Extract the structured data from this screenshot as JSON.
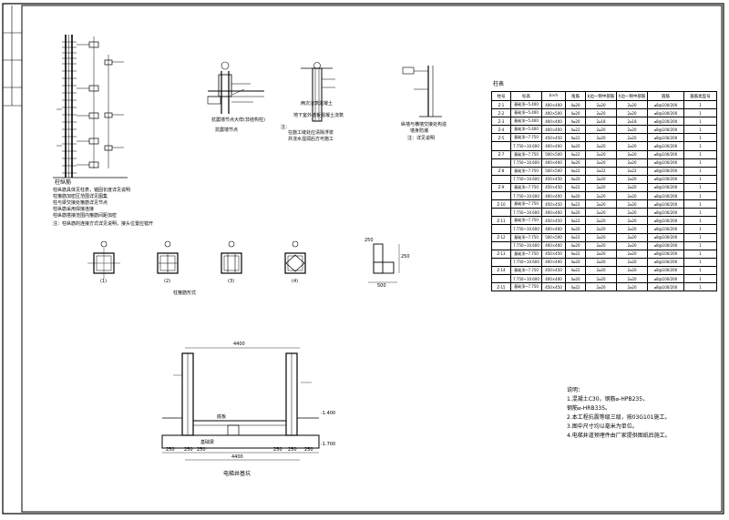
{
  "sheet": {
    "details": {
      "d1_title": "抗震墙节点大样(非结构柱)",
      "d1_sub": "抗震墙节点",
      "d2_title": "两次浇筑混凝土",
      "d2_sub": "地下室外墙板混凝土浇筑",
      "d2_note1": "注：",
      "d2_note2": "在施工缝处应清除浮浆",
      "d2_note3": "并浇水湿润后方可施工",
      "d3_title": "纵墙与横墙交接处构造",
      "d3_sub": "墙身防潮",
      "d3_note": "注：详见说明"
    },
    "column_section": {
      "title": "柱纵筋",
      "note1": "柱纵筋具体见柱表，锚固长度详见说明",
      "note2": "柱箍筋加密区范围详见图集",
      "note3": "柱与梁交接处箍筋详见节点",
      "note4": "柱纵筋采用焊接连接",
      "note5": "柱纵筋搭接范围内箍筋间距加密",
      "note6": "注：柱纵筋的连接方式详见说明，接头位置应错开"
    },
    "stirrups": {
      "caption": "柱箍筋形式",
      "labels": [
        "(1)",
        "(2)",
        "(3)",
        "(4)"
      ]
    },
    "small_detail": {
      "dim1": "500",
      "dim2": "250",
      "dim3": "250"
    },
    "elevation": {
      "title": "电梯井基坑",
      "dim_total": "4400",
      "dim_top": "4400",
      "note_left": "基础梁",
      "note_mid": "底板",
      "elev1": "-1.400",
      "elev2": "-1.700",
      "dims_bottom": [
        "250",
        "250",
        "250",
        "250",
        "250",
        "250"
      ]
    },
    "table": {
      "title": "柱表",
      "headers": [
        "柱号",
        "标高",
        "b×h",
        "角筋",
        "b边一侧中部筋",
        "h边一侧中部筋",
        "箍筋",
        "箍筋类型号"
      ],
      "rows": [
        [
          "Z-1",
          "基础顶~5.400",
          "400×400",
          "4⌀20",
          "2⌀20",
          "2⌀20",
          "⌀8@100/200",
          "1"
        ],
        [
          "Z-2",
          "基础顶~5.400",
          "400×500",
          "4⌀20",
          "2⌀20",
          "2⌀20",
          "⌀8@100/200",
          "1"
        ],
        [
          "Z-3",
          "基础顶~5.400",
          "400×400",
          "4⌀20",
          "2⌀18",
          "2⌀18",
          "⌀8@100/200",
          "1"
        ],
        [
          "Z-4",
          "基础顶~5.400",
          "400×400",
          "4⌀22",
          "2⌀20",
          "2⌀20",
          "⌀8@100/200",
          "1"
        ],
        [
          "Z-5",
          "基础顶~7.750",
          "450×450",
          "4⌀22",
          "2⌀20",
          "2⌀20",
          "⌀8@100/200",
          "1"
        ],
        [
          "",
          "7.750~10.600",
          "400×400",
          "4⌀20",
          "2⌀20",
          "2⌀20",
          "⌀8@100/200",
          "1"
        ],
        [
          "Z-7",
          "基础顶~7.750",
          "500×500",
          "4⌀22",
          "2⌀20",
          "2⌀20",
          "⌀8@100/200",
          "1"
        ],
        [
          "",
          "7.750~10.600",
          "400×400",
          "4⌀20",
          "2⌀20",
          "2⌀20",
          "⌀8@100/200",
          "1"
        ],
        [
          "Z-8",
          "基础顶~7.750",
          "500×500",
          "4⌀22",
          "2⌀22",
          "2⌀22",
          "⌀8@100/200",
          "1"
        ],
        [
          "",
          "7.750~10.600",
          "450×450",
          "4⌀20",
          "2⌀20",
          "2⌀20",
          "⌀8@100/200",
          "1"
        ],
        [
          "Z-9",
          "基础顶~7.750",
          "450×450",
          "4⌀22",
          "2⌀20",
          "2⌀20",
          "⌀8@100/200",
          "1"
        ],
        [
          "",
          "7.750~10.600",
          "400×400",
          "4⌀20",
          "2⌀20",
          "2⌀20",
          "⌀8@100/200",
          "1"
        ],
        [
          "Z-10",
          "基础顶~7.750",
          "450×450",
          "4⌀22",
          "2⌀20",
          "2⌀20",
          "⌀8@100/200",
          "1"
        ],
        [
          "",
          "7.750~10.600",
          "400×400",
          "4⌀20",
          "2⌀20",
          "2⌀20",
          "⌀8@100/200",
          "1"
        ],
        [
          "Z-11",
          "基础顶~7.750",
          "450×450",
          "4⌀22",
          "2⌀20",
          "2⌀20",
          "⌀8@100/200",
          "1"
        ],
        [
          "",
          "7.750~10.600",
          "400×400",
          "4⌀20",
          "2⌀20",
          "2⌀20",
          "⌀8@100/200",
          "1"
        ],
        [
          "Z-12",
          "基础顶~7.750",
          "500×500",
          "4⌀22",
          "2⌀20",
          "2⌀20",
          "⌀8@100/200",
          "1"
        ],
        [
          "",
          "7.750~10.600",
          "400×400",
          "4⌀20",
          "2⌀20",
          "2⌀20",
          "⌀8@100/200",
          "1"
        ],
        [
          "Z-13",
          "基础顶~7.750",
          "450×450",
          "4⌀22",
          "2⌀20",
          "2⌀20",
          "⌀8@100/200",
          "1"
        ],
        [
          "",
          "7.750~10.600",
          "400×400",
          "4⌀20",
          "2⌀20",
          "2⌀20",
          "⌀8@100/200",
          "1"
        ],
        [
          "Z-14",
          "基础顶~7.750",
          "450×450",
          "4⌀22",
          "2⌀20",
          "2⌀20",
          "⌀8@100/200",
          "1"
        ],
        [
          "",
          "7.750~10.600",
          "400×400",
          "4⌀20",
          "2⌀20",
          "2⌀20",
          "⌀8@100/200",
          "1"
        ],
        [
          "Z-15",
          "基础顶~7.750",
          "450×450",
          "4⌀22",
          "2⌀20",
          "2⌀20",
          "⌀8@100/200",
          "1"
        ]
      ]
    },
    "notes": {
      "title": "说明：",
      "n1a": "1.混凝土C30，钢筋⌀-HPB235，",
      "n1b": "   钢筋⌀-HRB335。",
      "n2": "2.本工程抗震等级三级，按03G101施工。",
      "n3": "3.图中尺寸均以毫米为单位。",
      "n4": "4.电梯井道预埋件由厂家提供图纸后施工。"
    }
  }
}
